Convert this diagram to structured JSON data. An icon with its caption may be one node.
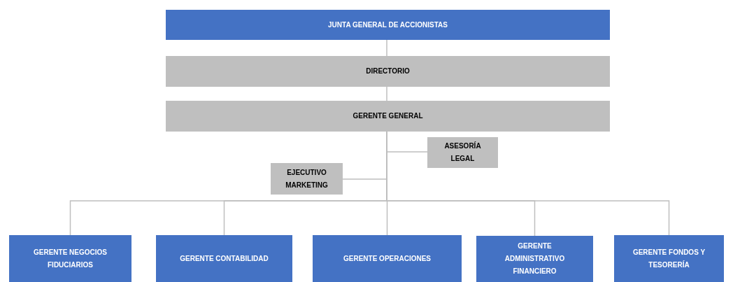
{
  "diagram": {
    "nodes": [
      {
        "text": [
          "JUNTA GENERAL DE ACCIONISTAS"
        ]
      },
      {
        "text": [
          "DIRECTORIO"
        ]
      },
      {
        "text": [
          "GERENTE GENERAL"
        ]
      },
      {
        "text": [
          "ASESORÍA LEGAL"
        ]
      },
      {
        "text": [
          "EJECUTIVO MARKETING"
        ]
      },
      {
        "text": [
          "GERENTE NEGOCIOS FIDUCIARIOS"
        ]
      },
      {
        "text": [
          "GERENTE CONTABILIDAD"
        ]
      },
      {
        "text": [
          "GERENTE OPERACIONES"
        ]
      },
      {
        "text": [
          "GERENTE ADMINISTRATIVO FINANCIERO"
        ]
      },
      {
        "text": [
          "GERENTE FONDOS Y TESORERÍA"
        ]
      }
    ],
    "edges": [
      {
        "from": 0,
        "to": 1,
        "arrow": "none"
      },
      {
        "from": 1,
        "to": 2,
        "arrow": "none"
      },
      {
        "from": 2,
        "to": 3,
        "arrow": "none"
      },
      {
        "from": 2,
        "to": 4,
        "arrow": "none"
      },
      {
        "from": 2,
        "to": 5,
        "arrow": "none"
      },
      {
        "from": 2,
        "to": 6,
        "arrow": "none"
      },
      {
        "from": 2,
        "to": 7,
        "arrow": "none"
      },
      {
        "from": 2,
        "to": 8,
        "arrow": "none"
      },
      {
        "from": 2,
        "to": 9,
        "arrow": "none"
      }
    ]
  }
}
